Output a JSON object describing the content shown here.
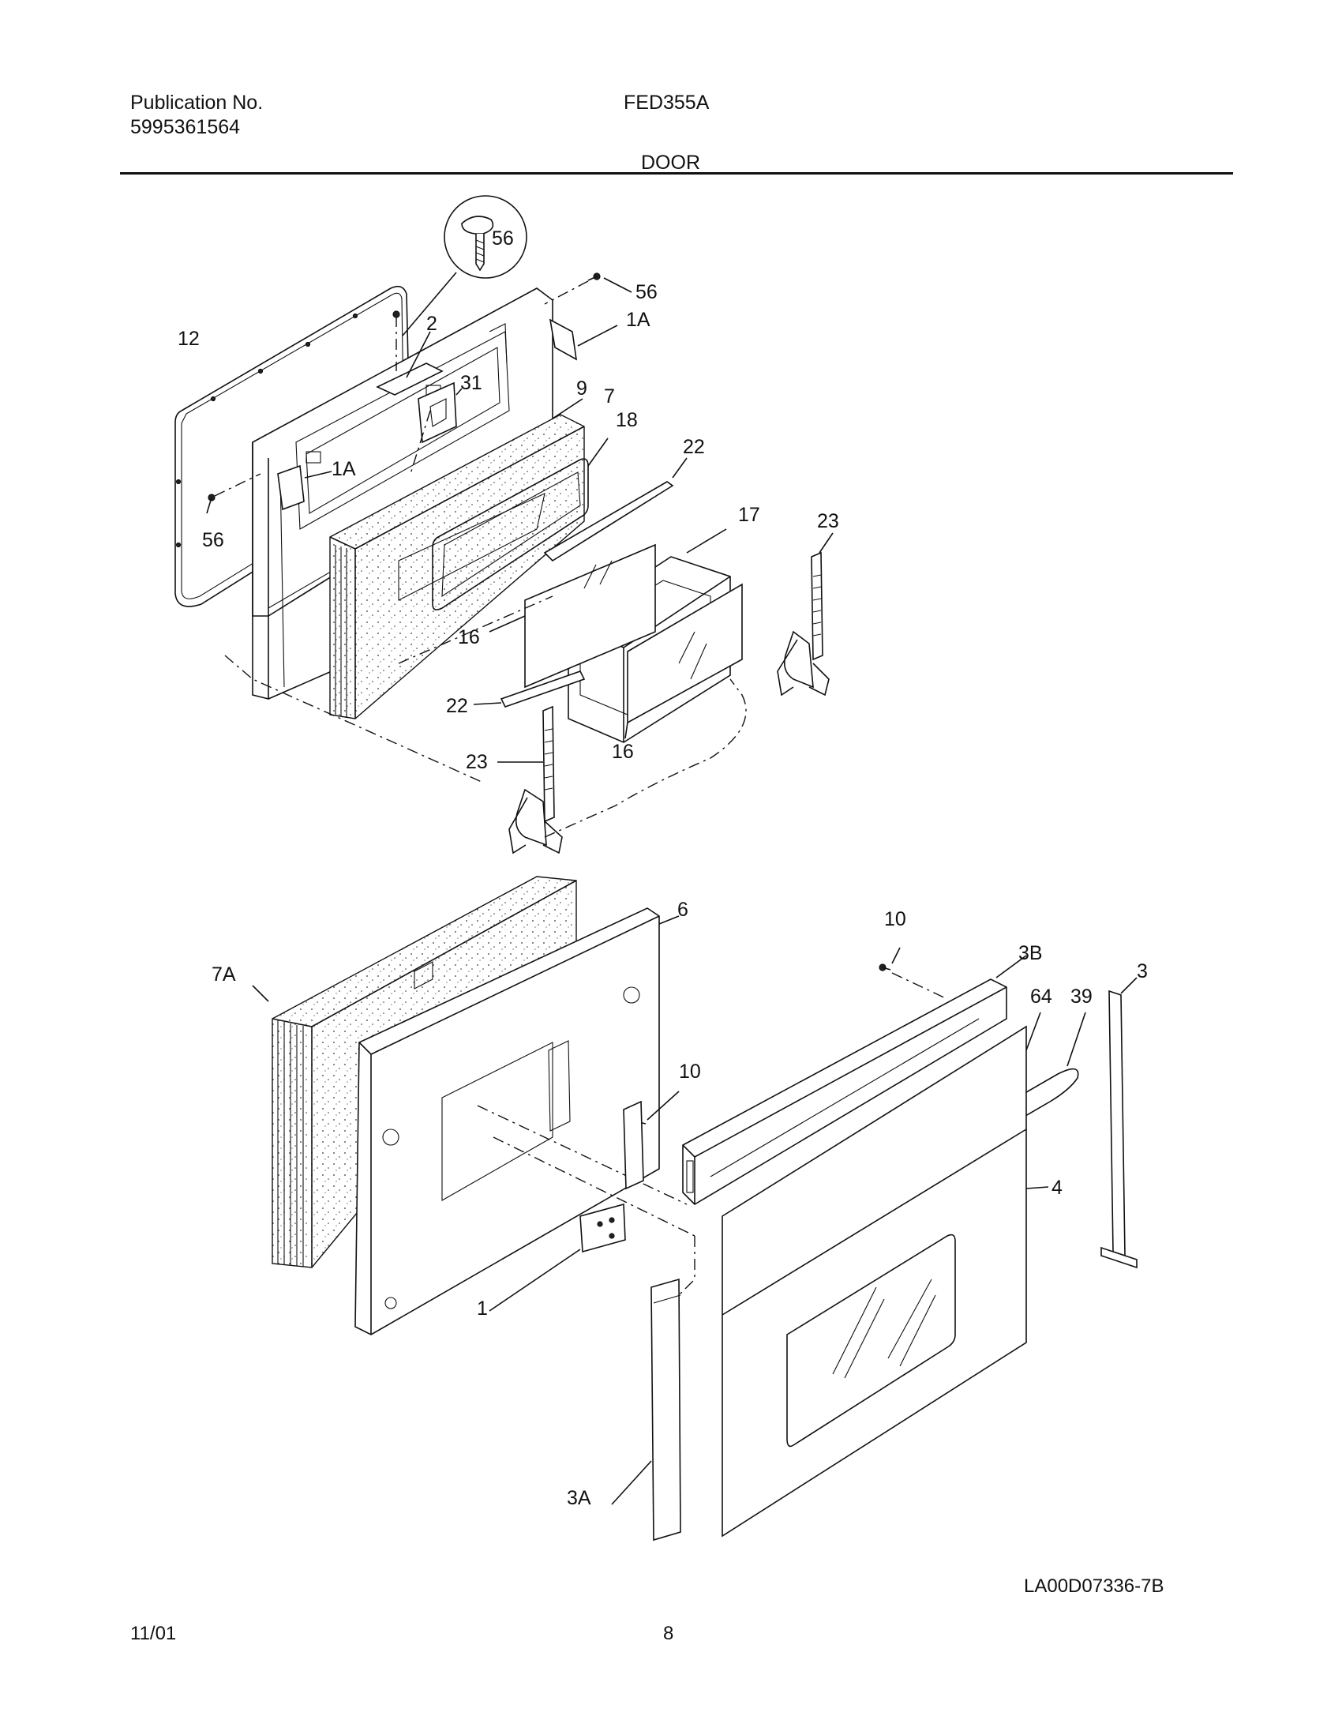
{
  "header": {
    "publication_label": "Publication No.",
    "publication_number": "5995361564",
    "model": "FED355A",
    "section_title": "DOOR"
  },
  "callouts": {
    "c56_detail": "56",
    "c56_top": "56",
    "c1A_top": "1A",
    "c12": "12",
    "c2": "2",
    "c31": "31",
    "c9": "9",
    "c7": "7",
    "c18": "18",
    "c1A_left": "1A",
    "c22_top": "22",
    "c56_left": "56",
    "c17": "17",
    "c23_right": "23",
    "c16_left": "16",
    "c22_bottom": "22",
    "c23_left": "23",
    "c16_bottom": "16",
    "c6": "6",
    "c10_top": "10",
    "c3B": "3B",
    "c7A": "7A",
    "c64": "64",
    "c39": "39",
    "c3": "3",
    "c10_mid": "10",
    "c4": "4",
    "c1": "1",
    "c3A": "3A"
  },
  "footer": {
    "drawing_id": "LA00D07336-7B",
    "date": "11/01",
    "page_number": "8"
  }
}
